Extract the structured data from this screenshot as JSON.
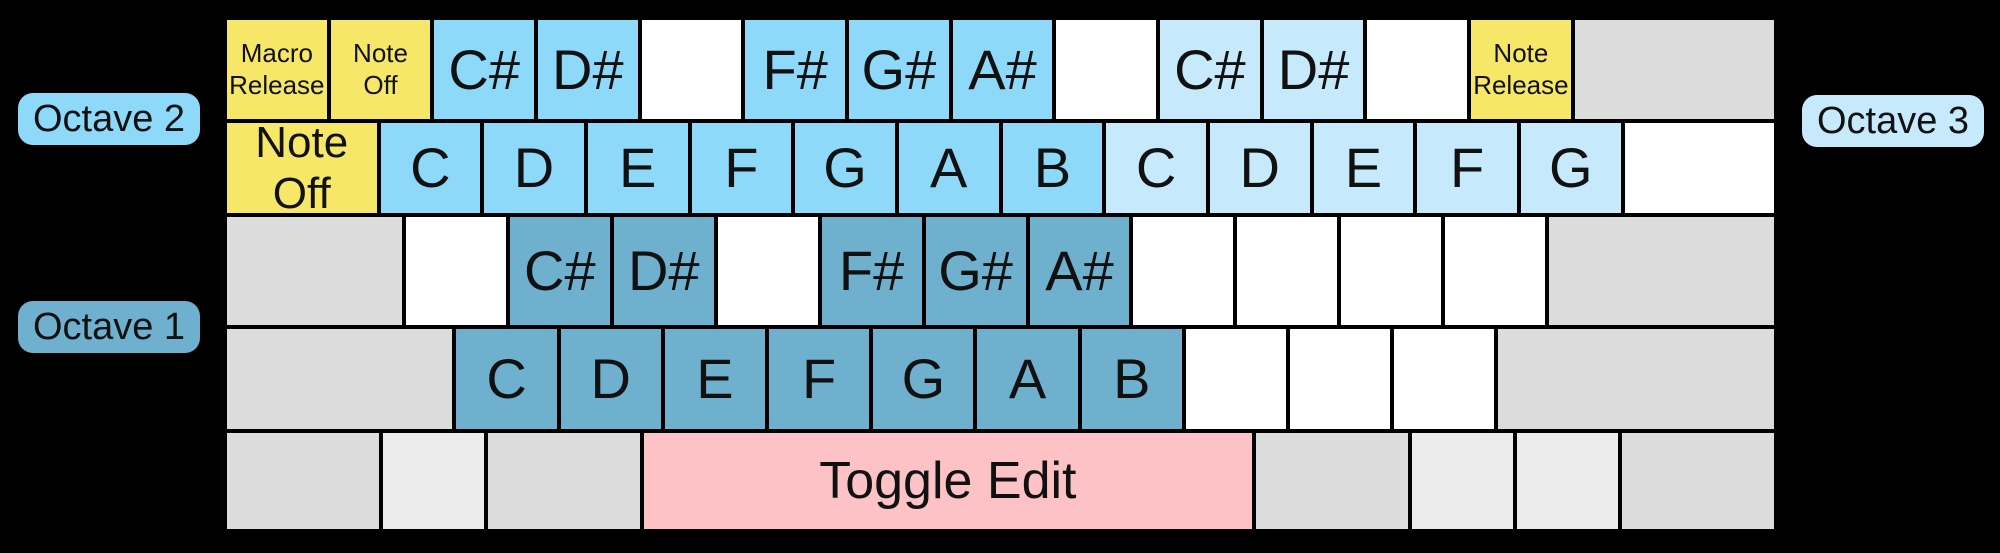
{
  "colors": {
    "background": "#000000",
    "border": "#000000",
    "text": "#111111",
    "yellow": "#F7E768",
    "octave1": "#6FB0CF",
    "octave2": "#8ED9F9",
    "octave3": "#C6E9FC",
    "pink": "#FCC2C6",
    "gray": "#DCDCDC",
    "gray_light": "#ECECEC",
    "white": "#FFFFFF"
  },
  "octave_labels": {
    "octave1": "Octave 1",
    "octave2": "Octave 2",
    "octave3": "Octave 3"
  },
  "keyboard": {
    "rows": [
      {
        "name": "number-row",
        "keys": [
          {
            "label": "Macro\nRelease",
            "w": 1,
            "color": "yellow",
            "text": "sm"
          },
          {
            "label": "Note\nOff",
            "w": 1,
            "color": "yellow",
            "text": "sm"
          },
          {
            "label": "C#",
            "w": 1,
            "color": "octave2",
            "text": "note"
          },
          {
            "label": "D#",
            "w": 1,
            "color": "octave2",
            "text": "note"
          },
          {
            "label": "",
            "w": 1,
            "color": "white"
          },
          {
            "label": "F#",
            "w": 1,
            "color": "octave2",
            "text": "note"
          },
          {
            "label": "G#",
            "w": 1,
            "color": "octave2",
            "text": "note"
          },
          {
            "label": "A#",
            "w": 1,
            "color": "octave2",
            "text": "note"
          },
          {
            "label": "",
            "w": 1,
            "color": "white"
          },
          {
            "label": "C#",
            "w": 1,
            "color": "octave3",
            "text": "note"
          },
          {
            "label": "D#",
            "w": 1,
            "color": "octave3",
            "text": "note"
          },
          {
            "label": "",
            "w": 1,
            "color": "white"
          },
          {
            "label": "Note\nRelease",
            "w": 1,
            "color": "yellow",
            "text": "sm"
          },
          {
            "label": "",
            "w": 2,
            "color": "gray"
          }
        ]
      },
      {
        "name": "upper-letter-row",
        "keys": [
          {
            "label": "Note\nOff",
            "w": 1.5,
            "color": "yellow",
            "text": "md"
          },
          {
            "label": "C",
            "w": 1,
            "color": "octave2",
            "text": "note"
          },
          {
            "label": "D",
            "w": 1,
            "color": "octave2",
            "text": "note"
          },
          {
            "label": "E",
            "w": 1,
            "color": "octave2",
            "text": "note"
          },
          {
            "label": "F",
            "w": 1,
            "color": "octave2",
            "text": "note"
          },
          {
            "label": "G",
            "w": 1,
            "color": "octave2",
            "text": "note"
          },
          {
            "label": "A",
            "w": 1,
            "color": "octave2",
            "text": "note"
          },
          {
            "label": "B",
            "w": 1,
            "color": "octave2",
            "text": "note"
          },
          {
            "label": "C",
            "w": 1,
            "color": "octave3",
            "text": "note"
          },
          {
            "label": "D",
            "w": 1,
            "color": "octave3",
            "text": "note"
          },
          {
            "label": "E",
            "w": 1,
            "color": "octave3",
            "text": "note"
          },
          {
            "label": "F",
            "w": 1,
            "color": "octave3",
            "text": "note"
          },
          {
            "label": "G",
            "w": 1,
            "color": "octave3",
            "text": "note"
          },
          {
            "label": "",
            "w": 1.5,
            "color": "white"
          }
        ]
      },
      {
        "name": "home-row",
        "keys": [
          {
            "label": "",
            "w": 1.75,
            "color": "gray"
          },
          {
            "label": "",
            "w": 1,
            "color": "white"
          },
          {
            "label": "C#",
            "w": 1,
            "color": "octave1",
            "text": "note"
          },
          {
            "label": "D#",
            "w": 1,
            "color": "octave1",
            "text": "note"
          },
          {
            "label": "",
            "w": 1,
            "color": "white"
          },
          {
            "label": "F#",
            "w": 1,
            "color": "octave1",
            "text": "note"
          },
          {
            "label": "G#",
            "w": 1,
            "color": "octave1",
            "text": "note"
          },
          {
            "label": "A#",
            "w": 1,
            "color": "octave1",
            "text": "note"
          },
          {
            "label": "",
            "w": 1,
            "color": "white"
          },
          {
            "label": "",
            "w": 1,
            "color": "white"
          },
          {
            "label": "",
            "w": 1,
            "color": "white"
          },
          {
            "label": "",
            "w": 1,
            "color": "white"
          },
          {
            "label": "",
            "w": 2.25,
            "color": "gray"
          }
        ]
      },
      {
        "name": "lower-letter-row",
        "keys": [
          {
            "label": "",
            "w": 2.25,
            "color": "gray"
          },
          {
            "label": "C",
            "w": 1,
            "color": "octave1",
            "text": "note"
          },
          {
            "label": "D",
            "w": 1,
            "color": "octave1",
            "text": "note"
          },
          {
            "label": "E",
            "w": 1,
            "color": "octave1",
            "text": "note"
          },
          {
            "label": "F",
            "w": 1,
            "color": "octave1",
            "text": "note"
          },
          {
            "label": "G",
            "w": 1,
            "color": "octave1",
            "text": "note"
          },
          {
            "label": "A",
            "w": 1,
            "color": "octave1",
            "text": "note"
          },
          {
            "label": "B",
            "w": 1,
            "color": "octave1",
            "text": "note"
          },
          {
            "label": "",
            "w": 1,
            "color": "white"
          },
          {
            "label": "",
            "w": 1,
            "color": "white"
          },
          {
            "label": "",
            "w": 1,
            "color": "white"
          },
          {
            "label": "",
            "w": 2.75,
            "color": "gray"
          }
        ]
      },
      {
        "name": "bottom-row",
        "keys": [
          {
            "label": "",
            "w": 1.5,
            "color": "gray"
          },
          {
            "label": "",
            "w": 1,
            "color": "gray_light"
          },
          {
            "label": "",
            "w": 1.5,
            "color": "gray"
          },
          {
            "label": "Toggle Edit",
            "w": 6,
            "color": "pink",
            "text": "toggle"
          },
          {
            "label": "",
            "w": 1.5,
            "color": "gray"
          },
          {
            "label": "",
            "w": 1,
            "color": "gray_light"
          },
          {
            "label": "",
            "w": 1,
            "color": "gray_light"
          },
          {
            "label": "",
            "w": 1.5,
            "color": "gray"
          }
        ]
      }
    ]
  }
}
